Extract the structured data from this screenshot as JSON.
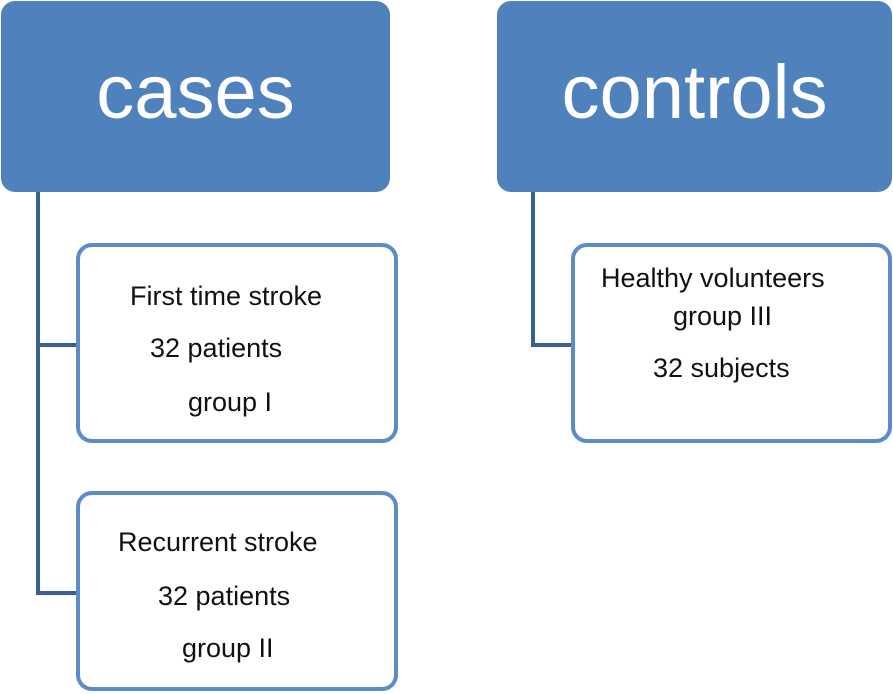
{
  "colors": {
    "header_fill": "#4f81bd",
    "child_border": "#5b8cc8",
    "connector": "#3b5f91"
  },
  "groups": [
    {
      "header": "cases",
      "children": [
        {
          "lines": [
            "First time stroke",
            "32 patients",
            "group I"
          ]
        },
        {
          "lines": [
            "Recurrent stroke",
            "32 patients",
            "group II"
          ]
        }
      ]
    },
    {
      "header": "controls",
      "children": [
        {
          "lines": [
            "Healthy volunteers",
            "group III",
            "32 subjects"
          ]
        }
      ]
    }
  ]
}
